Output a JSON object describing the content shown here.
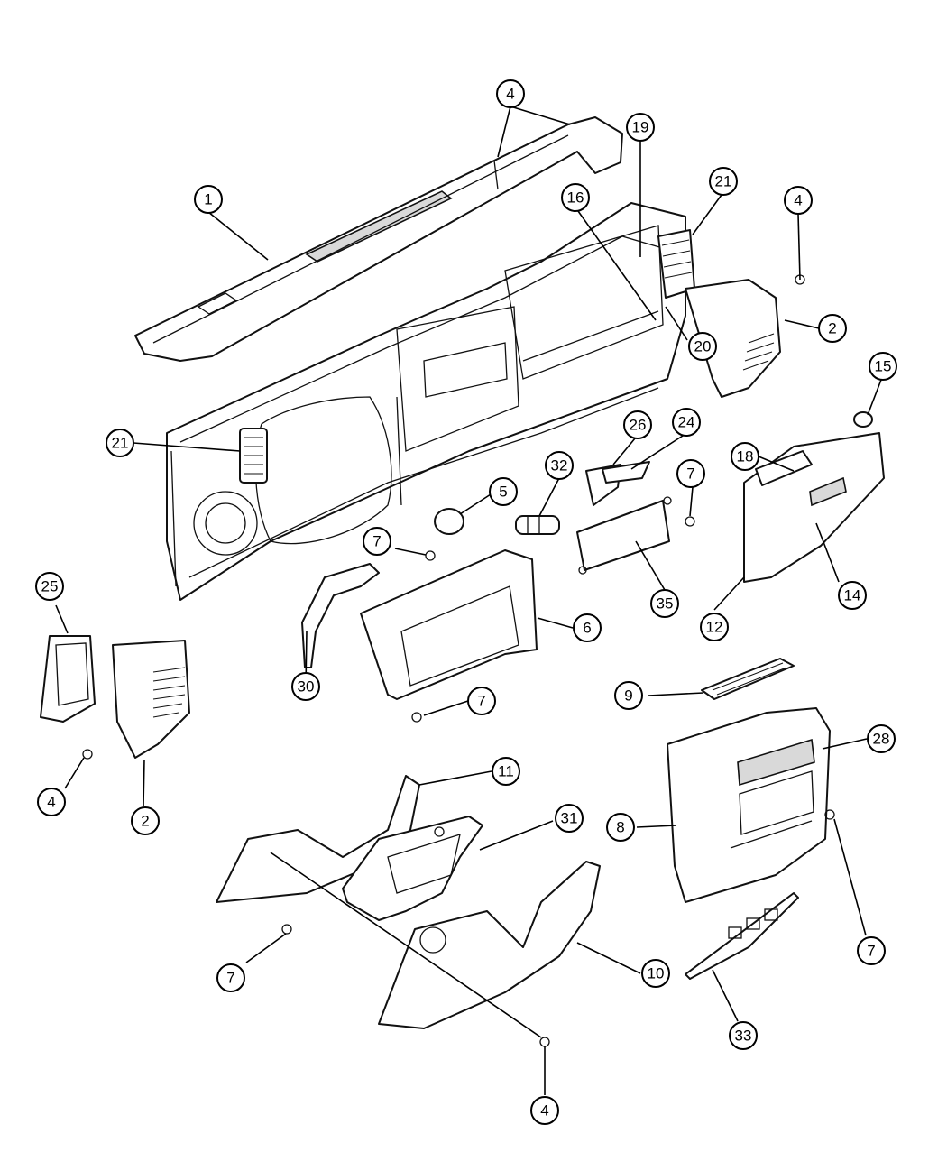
{
  "callouts": [
    {
      "id": "c1",
      "label": "1"
    },
    {
      "id": "c4a",
      "label": "4"
    },
    {
      "id": "c19",
      "label": "19"
    },
    {
      "id": "c21a",
      "label": "21"
    },
    {
      "id": "c16",
      "label": "16"
    },
    {
      "id": "c4b",
      "label": "4"
    },
    {
      "id": "c2a",
      "label": "2"
    },
    {
      "id": "c20",
      "label": "20"
    },
    {
      "id": "c15",
      "label": "15"
    },
    {
      "id": "c21b",
      "label": "21"
    },
    {
      "id": "c26",
      "label": "26"
    },
    {
      "id": "c24",
      "label": "24"
    },
    {
      "id": "c18",
      "label": "18"
    },
    {
      "id": "c32",
      "label": "32"
    },
    {
      "id": "c5",
      "label": "5"
    },
    {
      "id": "c7a",
      "label": "7"
    },
    {
      "id": "c7b",
      "label": "7"
    },
    {
      "id": "c25",
      "label": "25"
    },
    {
      "id": "c6",
      "label": "6"
    },
    {
      "id": "c35",
      "label": "35"
    },
    {
      "id": "c14",
      "label": "14"
    },
    {
      "id": "c12",
      "label": "12"
    },
    {
      "id": "c30",
      "label": "30"
    },
    {
      "id": "c7c",
      "label": "7"
    },
    {
      "id": "c9",
      "label": "9"
    },
    {
      "id": "c28",
      "label": "28"
    },
    {
      "id": "c11",
      "label": "11"
    },
    {
      "id": "c4c",
      "label": "4"
    },
    {
      "id": "c2b",
      "label": "2"
    },
    {
      "id": "c31",
      "label": "31"
    },
    {
      "id": "c8",
      "label": "8"
    },
    {
      "id": "c7d",
      "label": "7"
    },
    {
      "id": "c7e",
      "label": "7"
    },
    {
      "id": "c10",
      "label": "10"
    },
    {
      "id": "c33",
      "label": "33"
    },
    {
      "id": "c4d",
      "label": "4"
    }
  ]
}
